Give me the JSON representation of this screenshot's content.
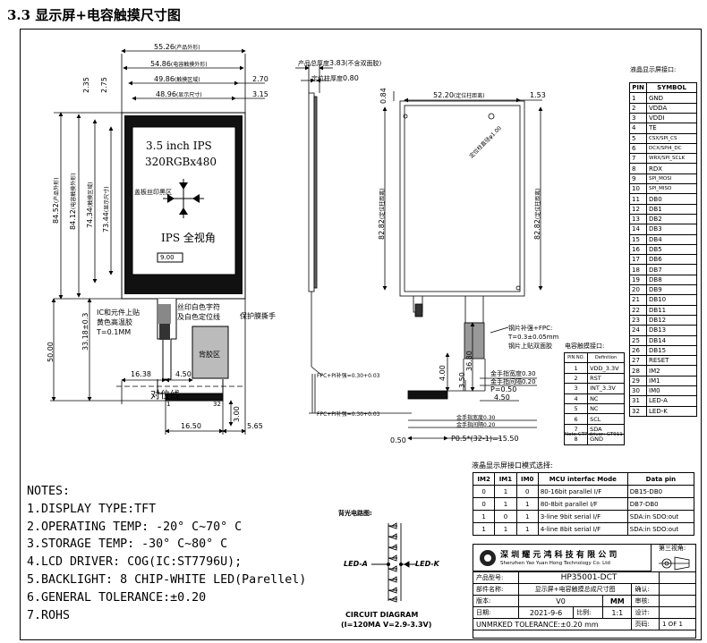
{
  "title": "3.3 显示屏+电容触摸尺寸图",
  "front": {
    "dims": {
      "w_outline": "55.26",
      "w_outline_cn": "(产品外形)",
      "w_touch": "54.86",
      "w_touch_cn": "(电容触摸外形)",
      "w_va": "49.86",
      "w_va_cn": "(触摸区域)",
      "w_aa": "48.96",
      "w_aa_cn": "(显示尺寸)",
      "r_270": "2.70",
      "r_315": "3.15",
      "t_235": "2.35",
      "t_275": "2.75",
      "h_outline": "84.52",
      "h_outline_cn": "(产品外形)",
      "h_touch": "84.12",
      "h_touch_cn": "(电容触摸外形)",
      "h_va": "74.34",
      "h_va_cn": "(触摸区域)",
      "h_aa": "73.44",
      "h_aa_cn": "(显示尺寸)",
      "h_5000": "50.00",
      "h_3318": "33.18±0.3",
      "b_1638": "16.38",
      "b_450": "4.50",
      "b_1650": "16.50",
      "b_565": "5.65",
      "b_300": "3.00",
      "b_900": "9.00"
    },
    "screen_line1": "3.5 inch IPS",
    "screen_line2": "320RGBx480",
    "screen_line3": "IPS 全视角",
    "label_mask": "盖板丝印黑区",
    "label_ic": "IC和元件上贴",
    "label_ic2": "黄色高温胶",
    "label_ic3": "T=0.1MM",
    "label_silk": "丝印白色字符",
    "label_silk2": "及白色定位线",
    "label_protect": "保护膜撕手",
    "label_stiff": "背胶区",
    "label_align": "对位线",
    "pin1": "1",
    "pin32": "32"
  },
  "side": {
    "d_383": "3.83",
    "d_383_lbl": "产品总厚度",
    "d_383_cn": "(不含双面胶)",
    "d_080": "0.80",
    "d_080_lbl": "定位柱厚度",
    "d_084": "0.84",
    "d_050": "0.50",
    "fpc_label1": "FPC+PI补强=0.30+0.03",
    "fpc_label2": "FPC+PI补强=0.30+0.03"
  },
  "back": {
    "d_5220": "52.20",
    "d_5220_cn": "(定位柱距离)",
    "d_153": "1.53",
    "d_8282a": "82.82",
    "d_8282a_cn": "(定位柱距离)",
    "d_8282b": "82.82",
    "d_8282b_cn": "(定位柱距离)",
    "hole": "定位柱直径φ1.00",
    "stiff1": "钢片补强+FPC:",
    "stiff2": "T=0.3±0.05mm",
    "stiff3": "钢片上贴双面胶",
    "d_3680": "36.80",
    "d_400": "4.00",
    "d_350": "3.50",
    "g1": "金手指宽度0.30",
    "g2": "金手指间隔0.20",
    "p050": "P=0.50",
    "d_450": "4.50",
    "g3": "金手指宽度0.30",
    "g4": "金手指间隔0.20",
    "pitch": "P0.5*(32-1)=15.50"
  },
  "lcd_pins": {
    "caption": "液晶显示屏接口:",
    "head": [
      "PIN",
      "SYMBOL"
    ],
    "rows": [
      [
        "1",
        "GND"
      ],
      [
        "2",
        "VDDA"
      ],
      [
        "3",
        "VDDI"
      ],
      [
        "4",
        "TE"
      ],
      [
        "5",
        "CSX/SPI_CS"
      ],
      [
        "6",
        "DCX/SPI4_DC"
      ],
      [
        "7",
        "WRX/SPI_SCLK"
      ],
      [
        "8",
        "RDX"
      ],
      [
        "9",
        "SPI_MOSI"
      ],
      [
        "10",
        "SPI_MISO"
      ],
      [
        "11",
        "DB0"
      ],
      [
        "12",
        "DB1"
      ],
      [
        "13",
        "DB2"
      ],
      [
        "14",
        "DB3"
      ],
      [
        "15",
        "DB4"
      ],
      [
        "16",
        "DB5"
      ],
      [
        "17",
        "DB6"
      ],
      [
        "18",
        "DB7"
      ],
      [
        "19",
        "DB8"
      ],
      [
        "20",
        "DB9"
      ],
      [
        "21",
        "DB10"
      ],
      [
        "22",
        "DB11"
      ],
      [
        "23",
        "DB12"
      ],
      [
        "24",
        "DB13"
      ],
      [
        "25",
        "DB14"
      ],
      [
        "26",
        "DB15"
      ],
      [
        "27",
        "RESET"
      ],
      [
        "28",
        "IM2"
      ],
      [
        "29",
        "IM1"
      ],
      [
        "30",
        "IM0"
      ],
      [
        "31",
        "LED-A"
      ],
      [
        "32",
        "LED-K"
      ]
    ]
  },
  "ctp_pins": {
    "caption": "电容触摸接口:",
    "head": [
      "PIN NO.",
      "Definition"
    ],
    "rows": [
      [
        "1",
        "VDD_3.3V"
      ],
      [
        "2",
        "RST"
      ],
      [
        "3",
        "INT_3.3V"
      ],
      [
        "4",
        "NC"
      ],
      [
        "5",
        "NC"
      ],
      [
        "6",
        "SCL"
      ],
      [
        "7",
        "SDA"
      ],
      [
        "8",
        "GND"
      ]
    ],
    "note": "Note:CTP driver: GT911"
  },
  "mode": {
    "caption": "液晶显示屏接口模式选择:",
    "head": [
      "IM2",
      "IM1",
      "IM0",
      "MCU interfac Mode",
      "Data pin"
    ],
    "rows": [
      [
        "0",
        "1",
        "0",
        "80-16bit parallel I/F",
        "DB15-DB0"
      ],
      [
        "0",
        "1",
        "1",
        "80-8bit parallel I/F",
        "DB7-DB0"
      ],
      [
        "1",
        "0",
        "1",
        "3-line 9bit serial I/F",
        "SDA:in SDO:out"
      ],
      [
        "1",
        "1",
        "1",
        "4-line 8bit serial I/F",
        "SDA:in SDO:out"
      ]
    ]
  },
  "notes": {
    "head": "NOTES:",
    "lines": [
      "1.DISPLAY TYPE:TFT",
      "2.OPERATING TEMP: -20° C~70° C",
      "3.STORAGE TEMP: -30° C~80° C",
      "4.LCD DRIVER: COG(IC:ST7796U);",
      "5.BACKLIGHT: 8 CHIP-WHITE LED(Parellel)",
      "6.GENERAL TOLERANCE:±0.20",
      "7.ROHS"
    ]
  },
  "circuit": {
    "title": "背光电路图:",
    "leda": "LED-A",
    "ledk": "LED-K",
    "cap1": "CIRCUIT DIAGRAM",
    "cap2": "(I=120MA V=2.9-3.3V)"
  },
  "titleblock": {
    "company_cn": "深 圳 耀 元 鸿 科 技 有 限 公 司",
    "company_en": "Shenzhen Yao Yuan Hong  Technology Co. Ltd",
    "view": "第三视角:",
    "model_lbl": "产品型号:",
    "model": "HP35001-DCT",
    "part_lbl": "部件名称:",
    "part": "显示屏+电容触摸总成尺寸图",
    "confirm": "确认:",
    "ver_lbl": "版本:",
    "ver": "V0",
    "unit": "MM",
    "review": "审核:",
    "date_lbl": "日期:",
    "date": "2021-9-6",
    "scale_lbl": "比例:",
    "scale": "1:1",
    "design": "设计:",
    "tol": "UNMRKED TOLERANCE:±0.20 mm",
    "page_lbl": "页码:",
    "page": "1 OF 1"
  }
}
